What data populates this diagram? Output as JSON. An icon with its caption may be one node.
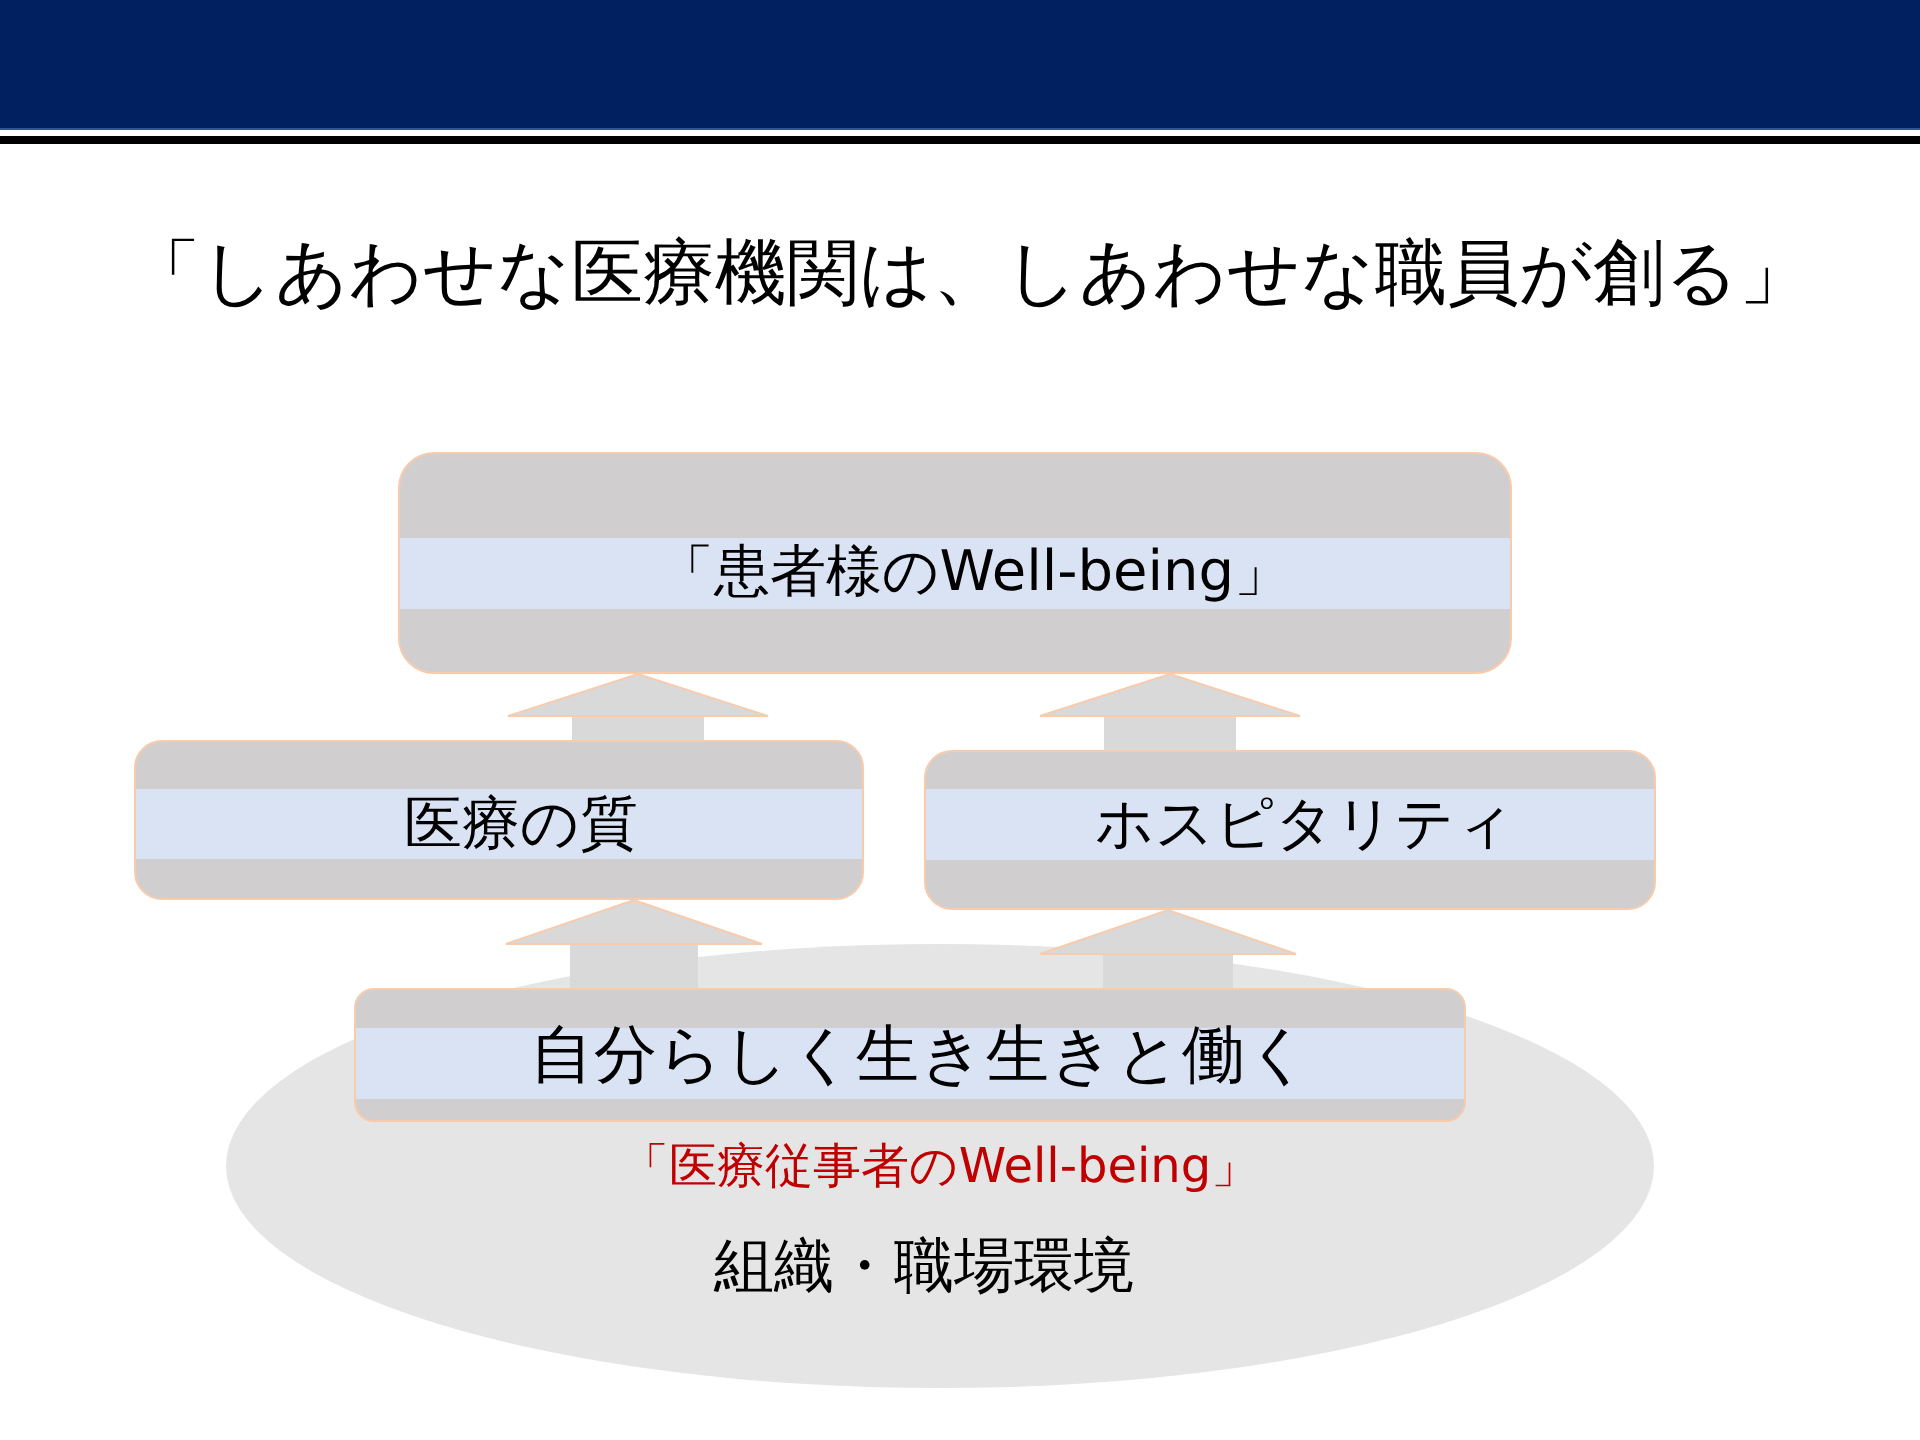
{
  "diagram": {
    "title": "「しあわせな医療機関は、しあわせな職員が創る」",
    "nodes": [
      {
        "text": [
          "「患者様のWell-being」"
        ]
      },
      {
        "text": [
          "医療の質"
        ]
      },
      {
        "text": [
          "ホスピタリティ"
        ]
      },
      {
        "text": [
          "「医療従事者のWell-being」",
          "組織・職場環境"
        ]
      },
      {
        "text": [
          "自分らしく生き生きと働く"
        ],
        "in": 3
      }
    ],
    "edges": [
      {
        "from": 4,
        "to": 1,
        "arrow": "to"
      },
      {
        "from": 4,
        "to": 2,
        "arrow": "to"
      },
      {
        "from": 1,
        "to": 0,
        "arrow": "to"
      },
      {
        "from": 2,
        "to": 0,
        "arrow": "to"
      }
    ]
  }
}
